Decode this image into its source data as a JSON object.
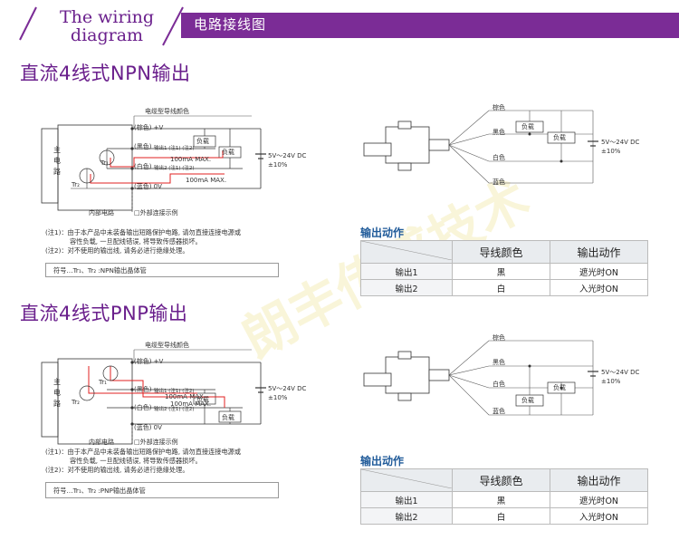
{
  "header": {
    "title_line1": "The wiring",
    "title_line2": "diagram",
    "band_text": "电路接线图"
  },
  "npn": {
    "title": "直流4线式NPN输出",
    "cable_color_label": "电缆型导线颜色",
    "brown": "(棕色) +V",
    "black": "(黑色)",
    "black_sub": "输出1 (注1) (注2)",
    "white": "(白色)",
    "white_sub": "输出2 (注1) (注2)",
    "blue": "(蓝色) 0V",
    "main_circuit": [
      "主",
      "电",
      "路"
    ],
    "tr1": "Tr₁",
    "tr2": "Tr₂",
    "load": "负载",
    "current1": "100mA  MAX.",
    "current2": "100mA  MAX.",
    "supply": "5V～24V DC",
    "tolerance": "±10%",
    "internal_circuit": "内部电路",
    "external_example": "□外部连接示例",
    "note1_l1": "(注1)：由于本产品中未装备输出短路保护电路, 请勿直接连接电源或",
    "note1_l2": "容性负载, 一旦配线错误, 将导致传感器损坏。",
    "note2": "(注2)：对不使用的输出线, 请务必进行绝缘处理。",
    "symbol": "符号…Tr₁、Tr₂  :NPN输出晶体管",
    "wiring": {
      "brown": "棕色",
      "black": "黑色",
      "white": "白色",
      "blue": "蓝色",
      "load": "负载",
      "supply": "5V～24V DC",
      "tolerance": "±10%"
    },
    "output_title": "输出动作",
    "table": {
      "headers": [
        "",
        "导线颜色",
        "输出动作"
      ],
      "rows": [
        [
          "输出1",
          "黑",
          "遮光时ON"
        ],
        [
          "输出2",
          "白",
          "入光时ON"
        ]
      ]
    }
  },
  "pnp": {
    "title": "直流4线式PNP输出",
    "cable_color_label": "电缆型导线颜色",
    "brown": "(棕色) +V",
    "black": "(黑色)",
    "black_sub": "输出1 (注1) (注2)",
    "white": "(白色)",
    "white_sub": "输出2 (注1) (注2)",
    "blue": "(蓝色) 0V",
    "main_circuit": [
      "主",
      "电",
      "路"
    ],
    "tr1": "Tr₁",
    "tr2": "Tr₂",
    "load": "负载",
    "current1": "100mA  MAX.",
    "current2": "100mA MAX.",
    "supply": "5V～24V DC",
    "tolerance": "±10%",
    "internal_circuit": "内部电路",
    "external_example": "□外部连接示例",
    "note1_l1": "(注1)：由于本产品中未装备输出短路保护电路, 请勿直接连接电源或",
    "note1_l2": "容性负载, 一旦配线错误, 将导致传感器损坏。",
    "note2": "(注2)：对不使用的输出线, 请务必进行绝缘处理。",
    "symbol": "符号…Tr₁、Tr₂  :PNP输出晶体管",
    "wiring": {
      "brown": "棕色",
      "black": "黑色",
      "white": "白色",
      "blue": "蓝色",
      "load": "负载",
      "supply": "5V～24V DC",
      "tolerance": "±10%"
    },
    "output_title": "输出动作",
    "table": {
      "headers": [
        "",
        "导线颜色",
        "输出动作"
      ],
      "rows": [
        [
          "输出1",
          "黑",
          "遮光时ON"
        ],
        [
          "输出2",
          "白",
          "入光时ON"
        ]
      ]
    }
  },
  "watermark": "朗丰传感技术",
  "colors": {
    "purple": "#7b2c96",
    "red_path": "#e02020",
    "blue_title": "#1f5a99"
  }
}
